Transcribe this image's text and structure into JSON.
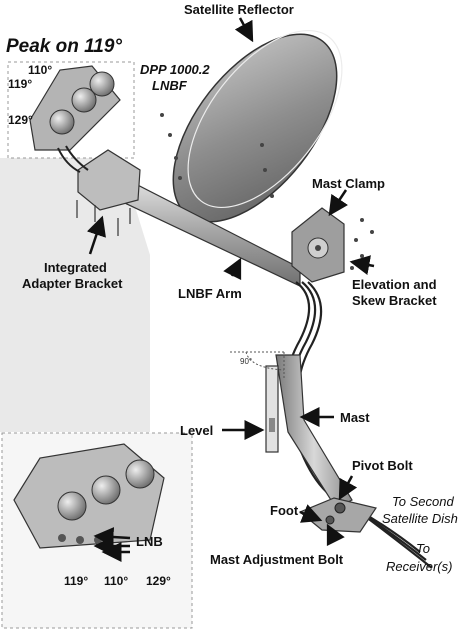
{
  "labels": {
    "satellite_reflector": "Satellite Reflector",
    "peak": "Peak on 119°",
    "dpp_line1": "DPP 1000.2",
    "dpp_line2": "LNBF",
    "angle_110": "110°",
    "angle_119": "119°",
    "angle_129": "129°",
    "mast_clamp": "Mast Clamp",
    "elevation_line1": "Elevation and",
    "elevation_line2": "Skew Bracket",
    "integrated_line1": "Integrated",
    "integrated_line2": "Adapter Bracket",
    "lnbf_arm": "LNBF Arm",
    "ninety": "90°",
    "level": "Level",
    "mast": "Mast",
    "pivot_bolt": "Pivot Bolt",
    "foot": "Foot",
    "to_second_line1": "To Second",
    "to_second_line2": "Satellite Dish",
    "lnb": "LNB",
    "to_receiver_line1": "To",
    "to_receiver_line2": "Receiver(s)",
    "mast_adjustment_bolt": "Mast Adjustment Bolt",
    "bottom_119": "119°",
    "bottom_110": "110°",
    "bottom_129": "129°"
  },
  "colors": {
    "ink": "#111111",
    "metal": "#9a9a9a",
    "metal_light": "#d4d4d4",
    "metal_dark": "#5e5e5e",
    "bracket_fill": "#e6e6e6"
  }
}
